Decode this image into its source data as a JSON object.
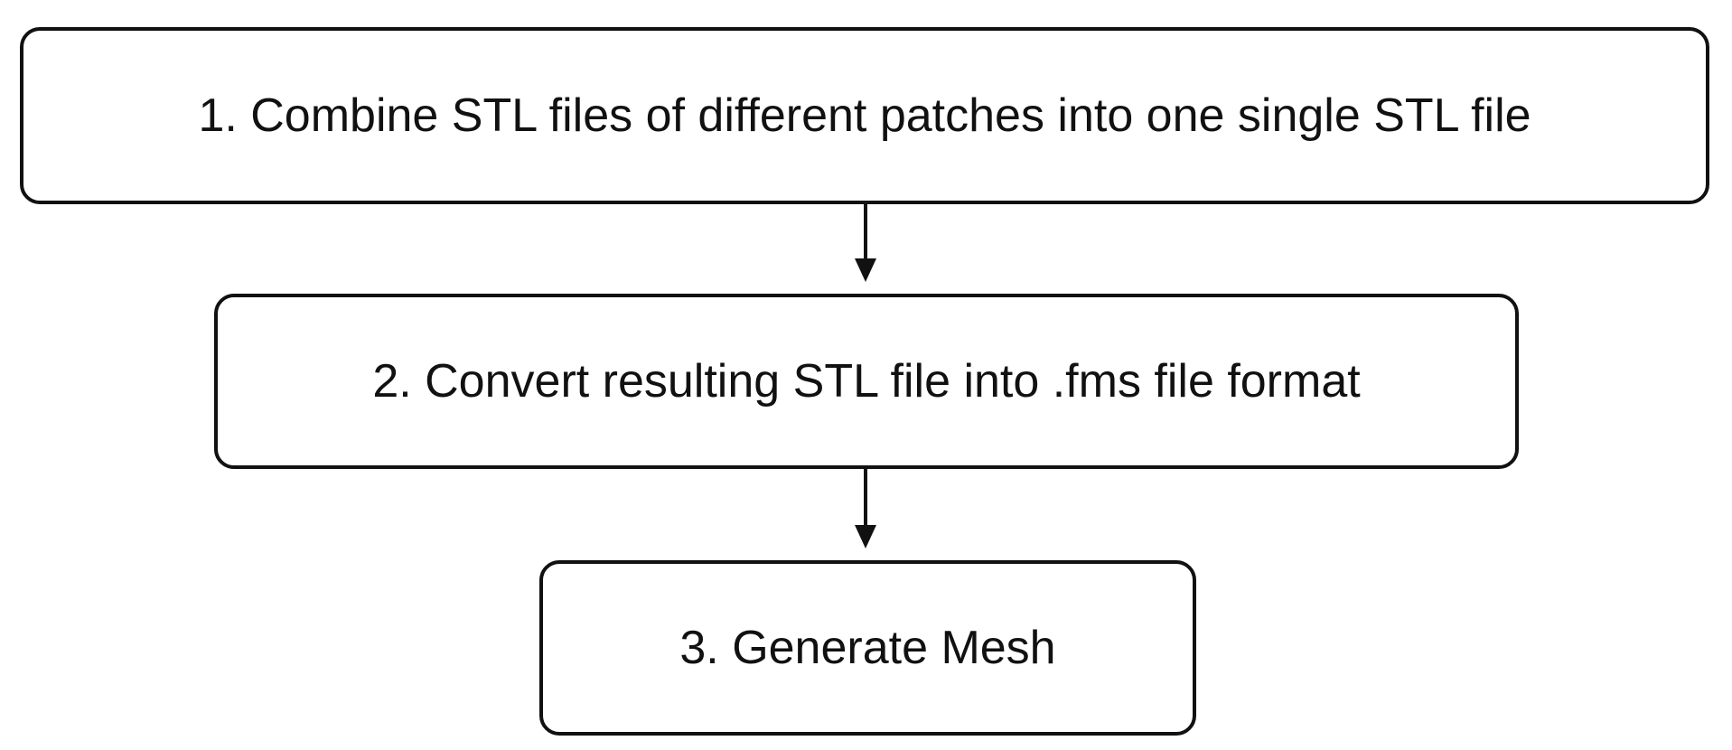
{
  "flowchart": {
    "steps": [
      {
        "label": "1. Combine STL files of different patches into one single STL file"
      },
      {
        "label": "2. Convert resulting STL file into .fms file format"
      },
      {
        "label": "3. Generate Mesh"
      }
    ],
    "colors": {
      "stroke": "#111111",
      "fill": "#ffffff",
      "text": "#111111"
    },
    "icons": {
      "connector": "arrow-down-icon"
    }
  }
}
